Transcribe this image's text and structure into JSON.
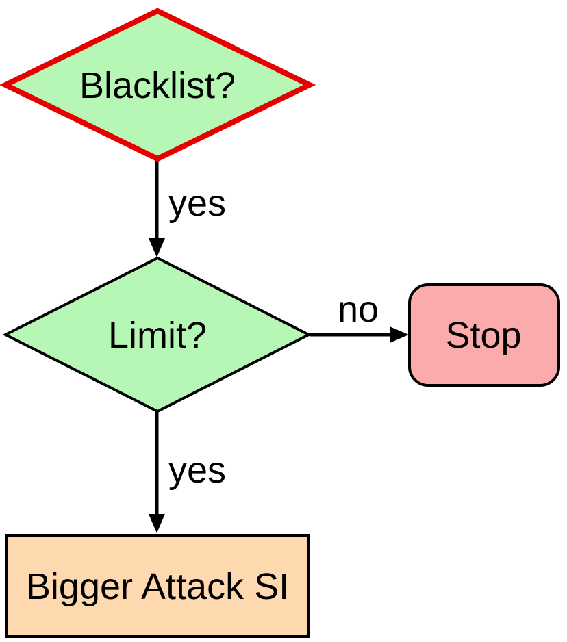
{
  "diagram": {
    "type": "flowchart",
    "background": "#ffffff",
    "nodes": {
      "blacklist": {
        "label": "Blacklist?",
        "shape": "diamond",
        "fill": "#b6f7b6",
        "border": "#e70000",
        "highlighted": true
      },
      "limit": {
        "label": "Limit?",
        "shape": "diamond",
        "fill": "#b6f7b6",
        "border": "#000000",
        "highlighted": false
      },
      "stop": {
        "label": "Stop",
        "shape": "rounded-rect",
        "fill": "#fbabab",
        "border": "#000000",
        "highlighted": false
      },
      "bigger_attack": {
        "label": "Bigger Attack SI",
        "shape": "rect",
        "fill": "#fed9b0",
        "border": "#000000",
        "highlighted": false
      }
    },
    "edges": {
      "blacklist_to_limit": {
        "label": "yes",
        "from": "blacklist",
        "to": "limit",
        "direction": "down"
      },
      "limit_to_stop": {
        "label": "no",
        "from": "limit",
        "to": "stop",
        "direction": "right"
      },
      "limit_to_bigger_attack": {
        "label": "yes",
        "from": "limit",
        "to": "bigger_attack",
        "direction": "down"
      }
    }
  },
  "colors": {
    "node-green": "#b6f7b6",
    "highlight-red": "#e70000",
    "stop-pink": "#fbabab",
    "process-peach": "#fed9b0",
    "line-black": "#000000"
  }
}
